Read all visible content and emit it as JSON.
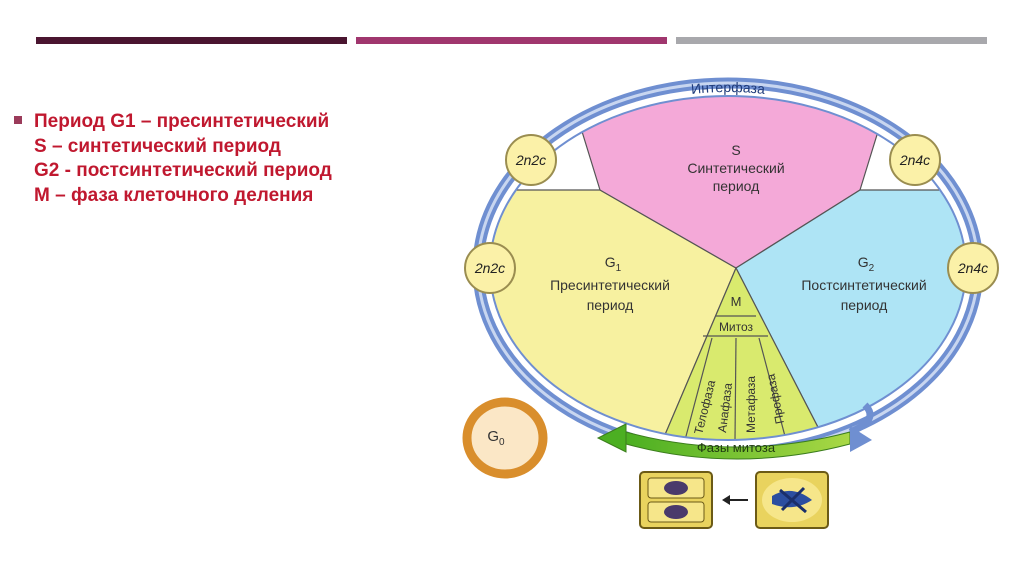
{
  "slide": {
    "bars": [
      {
        "name": "top-bar-dark",
        "color": "#4a1530"
      },
      {
        "name": "top-bar-magenta",
        "color": "#a0366e"
      },
      {
        "name": "top-bar-gray",
        "color": "#a8a8ac"
      }
    ],
    "bullet_color": "#9b3b5a",
    "text_color": "#c0182f",
    "lines": [
      "Период G1 – пресинтетический",
      "S – синтетический период",
      "G2 - постсинтетический период",
      "M – фаза клеточного деления"
    ]
  },
  "diagram": {
    "interphase_label": "Интерфаза",
    "s_sector": {
      "letter": "S",
      "line1": "Синтетический",
      "line2": "период",
      "color": "#f4a9d8"
    },
    "g1_sector": {
      "letter": "G",
      "sub": "1",
      "line1": "Пресинтетический",
      "line2": "период",
      "color": "#f7f1a0"
    },
    "g2_sector": {
      "letter": "G",
      "sub": "2",
      "line1": "Постсинтетический",
      "line2": "период",
      "color": "#aee4f5"
    },
    "m_sector": {
      "letter": "M",
      "mitosis_label": "Митоз",
      "color": "#d9ea6e"
    },
    "mitosis_phases": [
      "Телофаза",
      "Анафаза",
      "Метафаза",
      "Профаза"
    ],
    "phases_arrow_label": "Фазы   митоза",
    "g0_label": "G",
    "g0_sub": "0",
    "chromosome_circles": {
      "top_left": "2n2c",
      "mid_left": "2n2c",
      "top_right": "2n4c",
      "mid_right": "2n4c"
    }
  }
}
